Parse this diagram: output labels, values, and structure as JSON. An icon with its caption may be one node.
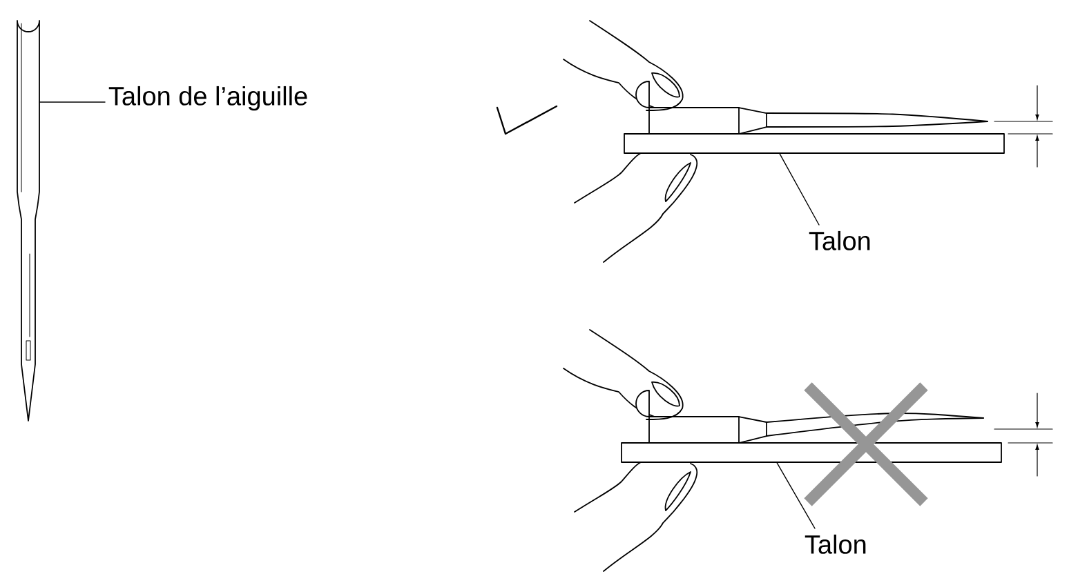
{
  "diagram": {
    "nodes": [
      {
        "text": [
          "Talon de l’aiguille"
        ]
      },
      {
        "text": [],
        "shape": "picture"
      },
      {
        "text": [
          "Talon"
        ]
      },
      {
        "text": [],
        "shape": "bar"
      },
      {
        "text": [
          "Talon"
        ]
      },
      {
        "text": [],
        "shape": "bar"
      }
    ],
    "edges": [
      {
        "from": 0,
        "to": 1,
        "arrow": "none"
      },
      {
        "from": 2,
        "to": 3,
        "arrow": "none"
      },
      {
        "from": 4,
        "to": 5,
        "arrow": "none"
      }
    ]
  }
}
